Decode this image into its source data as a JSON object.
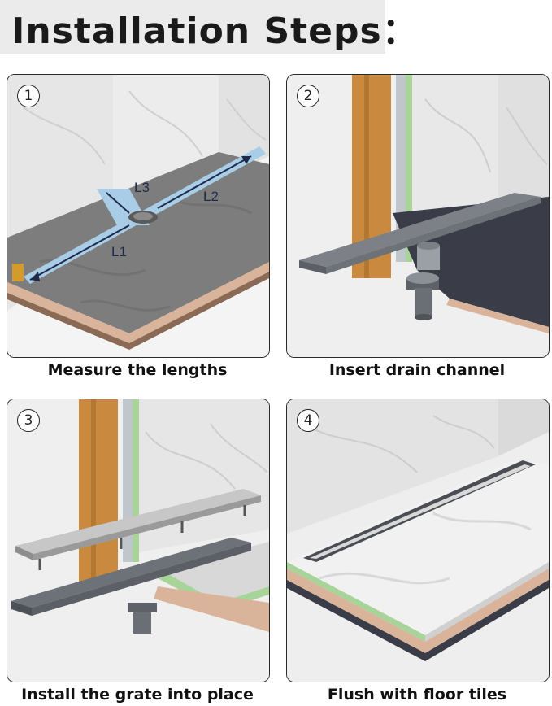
{
  "header": {
    "title": "Installation Steps："
  },
  "steps": [
    {
      "number": "1",
      "caption": "Measure the lengths",
      "labels": {
        "l1": "L1",
        "l2": "L2",
        "l3": "L3"
      }
    },
    {
      "number": "2",
      "caption": "Insert drain channel"
    },
    {
      "number": "3",
      "caption": "Install the grate into place"
    },
    {
      "number": "4",
      "caption": "Flush with floor tiles"
    }
  ],
  "colors": {
    "background": "#ffffff",
    "title_band": "#ebebeb",
    "measure_strip": "#a9cde6",
    "green_membrane": "#a8d49a",
    "wood_stud": "#c98a3f",
    "dark_floor": "#3a3d48",
    "drain_channel": "#6d7178"
  }
}
